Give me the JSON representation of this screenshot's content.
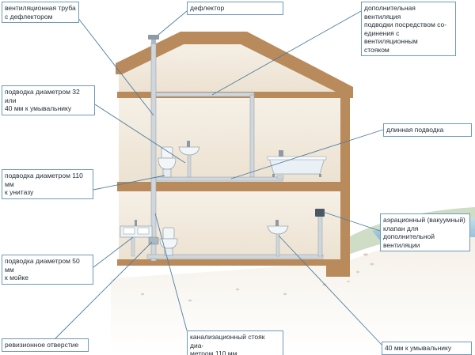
{
  "diagram": {
    "labels": {
      "vent_pipe": "вентиляционная труба\nс дефлектором",
      "deflector": "дефлектор",
      "extra_vent": "дополнительная вентиляция\nподводки посредством со-\nединения с вентиляционным\nстояком",
      "washbasin_32_40": "подводка диаметром 32 или\n40 мм к умывальнику",
      "long_supply": "длинная подводка",
      "toilet_110": "подводка диаметром 110 мм\nк унитазу",
      "aeration_valve": "аэрационный (вакуумный)\nклапан для дополнительной\nвентиляции",
      "sink_50": "подводка диаметром 50 мм\nк мойке",
      "revision": "ревизионное отверстие",
      "sewer_riser": "канализационный стояк диа-\nметром 110 мм",
      "washbasin_40": "40 мм к умывальнику"
    },
    "colors": {
      "frame": "#b98a5c",
      "wall": "#f3ece1",
      "pipe": "#cfd6dc",
      "leader": "#4f7d9e",
      "label_border": "#6f9ab8",
      "ground": "#c9d8c4",
      "water": "#a6cbe2"
    }
  }
}
